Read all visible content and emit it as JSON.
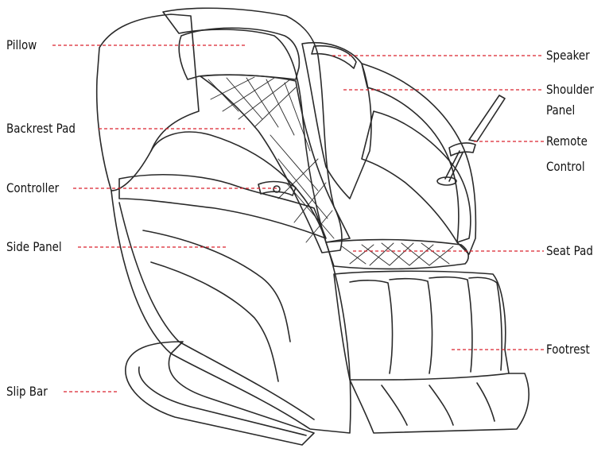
{
  "labels": {
    "pillow": "Pillow",
    "backrest_pad": "Backrest Pad",
    "controller": "Controller",
    "side_panel": "Side Panel",
    "slip_bar": "Slip Bar",
    "speaker": "Speaker",
    "shoulder_panel_1": "Shoulder",
    "shoulder_panel_2": "Panel",
    "remote_control_1": "Remote",
    "remote_control_2": "Control",
    "seat_pad": "Seat Pad",
    "footrest": "Footrest"
  },
  "colors": {
    "leader_line": "#d9232d",
    "outline": "#2a2a2a",
    "text": "#111111"
  },
  "icons": {
    "chair": "massage-chair-illustration"
  }
}
